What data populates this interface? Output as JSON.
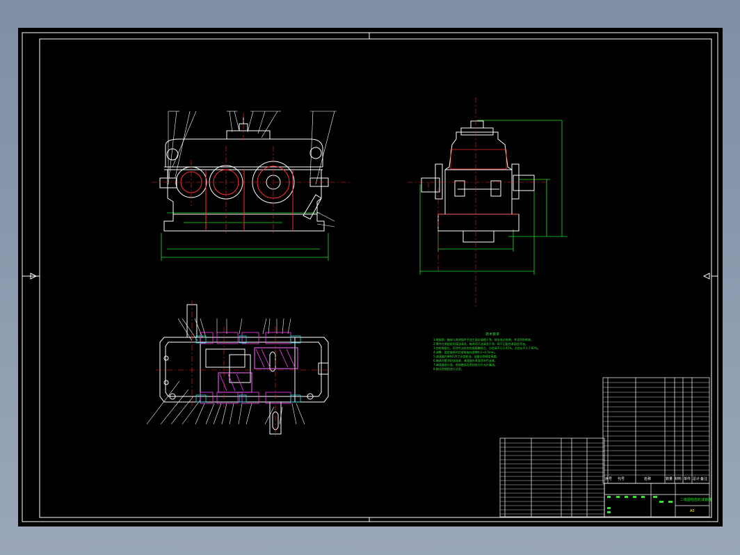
{
  "drawing": {
    "sheet_color": "#000000",
    "background_color": "#8a97ab",
    "line_colors": {
      "outline": "#ffffff",
      "hidden": "#ff3030",
      "center": "#ff2020",
      "dimension": "#22e022",
      "hatch": "#ff40ff",
      "leader": "#ffffff"
    },
    "views": [
      {
        "name": "front-view"
      },
      {
        "name": "side-view"
      },
      {
        "name": "top-section-view"
      }
    ]
  },
  "notes": {
    "title": "技术要求",
    "lines": [
      "1.装配前，箱体与其他铸件不加工面应清理干净，除去毛边毛刺，并浸涂防锈漆。",
      "2.零件在装配前用煤油清洗，轴承用汽油清洗干净，晾干后配合表面应涂油。",
      "3.齿轮装配后，用涂色法检验齿面接触斑点，沿齿高不小于45%，沿齿长不小于60%。",
      "4.调整、固定轴承时应留有轴向游隙0.2~0.5mm。",
      "5.减速器内装N220工业齿轮油，油量达到规定高度。",
      "6.箱体内壁涂耐油油漆，减速器外表面涂灰色油漆。",
      "7.减速器剖分面、各接触面及密封处均不允许漏油。",
      "8.按试验规程进行试验。"
    ]
  },
  "title_block": {
    "headers": [
      "序号",
      "代号",
      "名称",
      "数量",
      "材料",
      "单件",
      "总计",
      "备注"
    ],
    "drawing_title": "二级圆柱齿轮减速器",
    "drawing_no": "A0"
  }
}
